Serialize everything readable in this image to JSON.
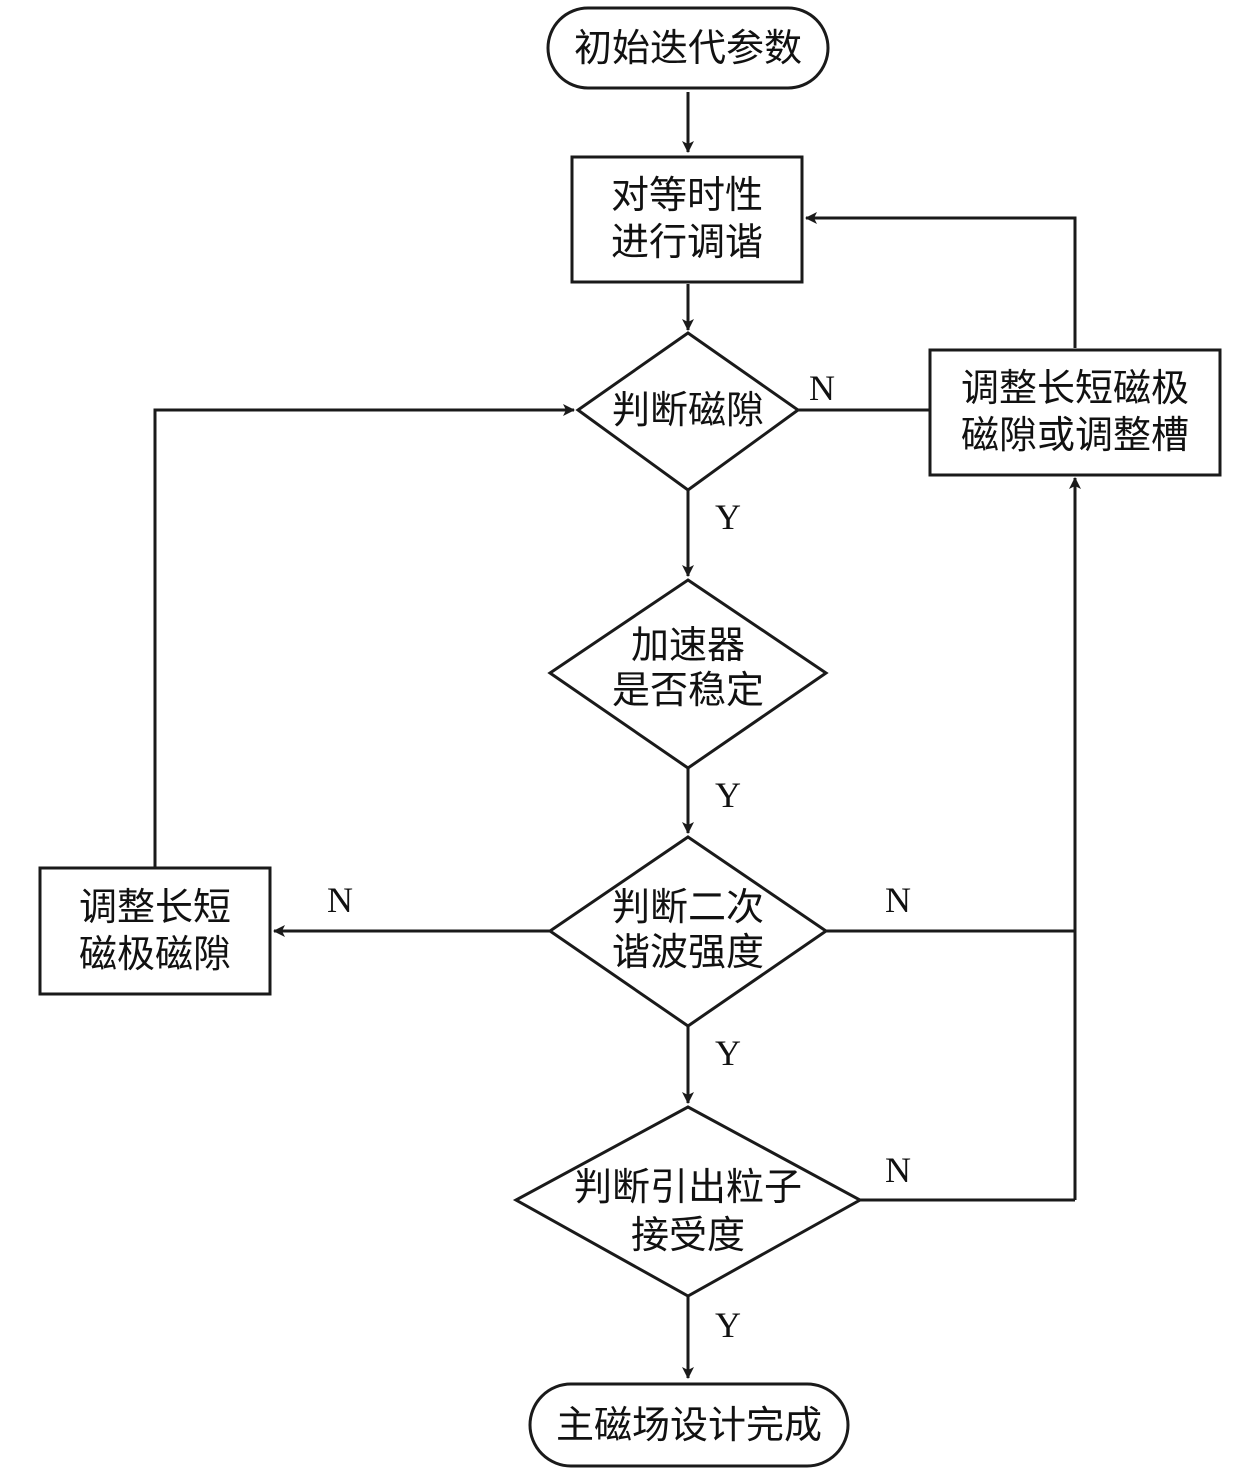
{
  "nodes": {
    "start": [
      "初始迭代参数"
    ],
    "tune_isochronism": [
      "对等时性",
      "进行调谐"
    ],
    "check_gap": [
      "判断磁隙"
    ],
    "adjust_gap_or_groove": [
      "调整长短磁极",
      "磁隙或调整槽"
    ],
    "accelerator_stable": [
      "加速器",
      "是否稳定"
    ],
    "check_second_harmonic": [
      "判断二次",
      "谐波强度"
    ],
    "adjust_long_short_gap": [
      "调整长短",
      "磁极磁隙"
    ],
    "check_extraction_acceptance": [
      "判断引出粒子",
      "接受度"
    ],
    "end": [
      "主磁场设计完成"
    ]
  },
  "edge_labels": {
    "gap_no": "N",
    "gap_yes": "Y",
    "stable_yes": "Y",
    "harmonic_no_left": "N",
    "harmonic_no_right": "N",
    "harmonic_yes": "Y",
    "extraction_no": "N",
    "extraction_yes": "Y"
  }
}
